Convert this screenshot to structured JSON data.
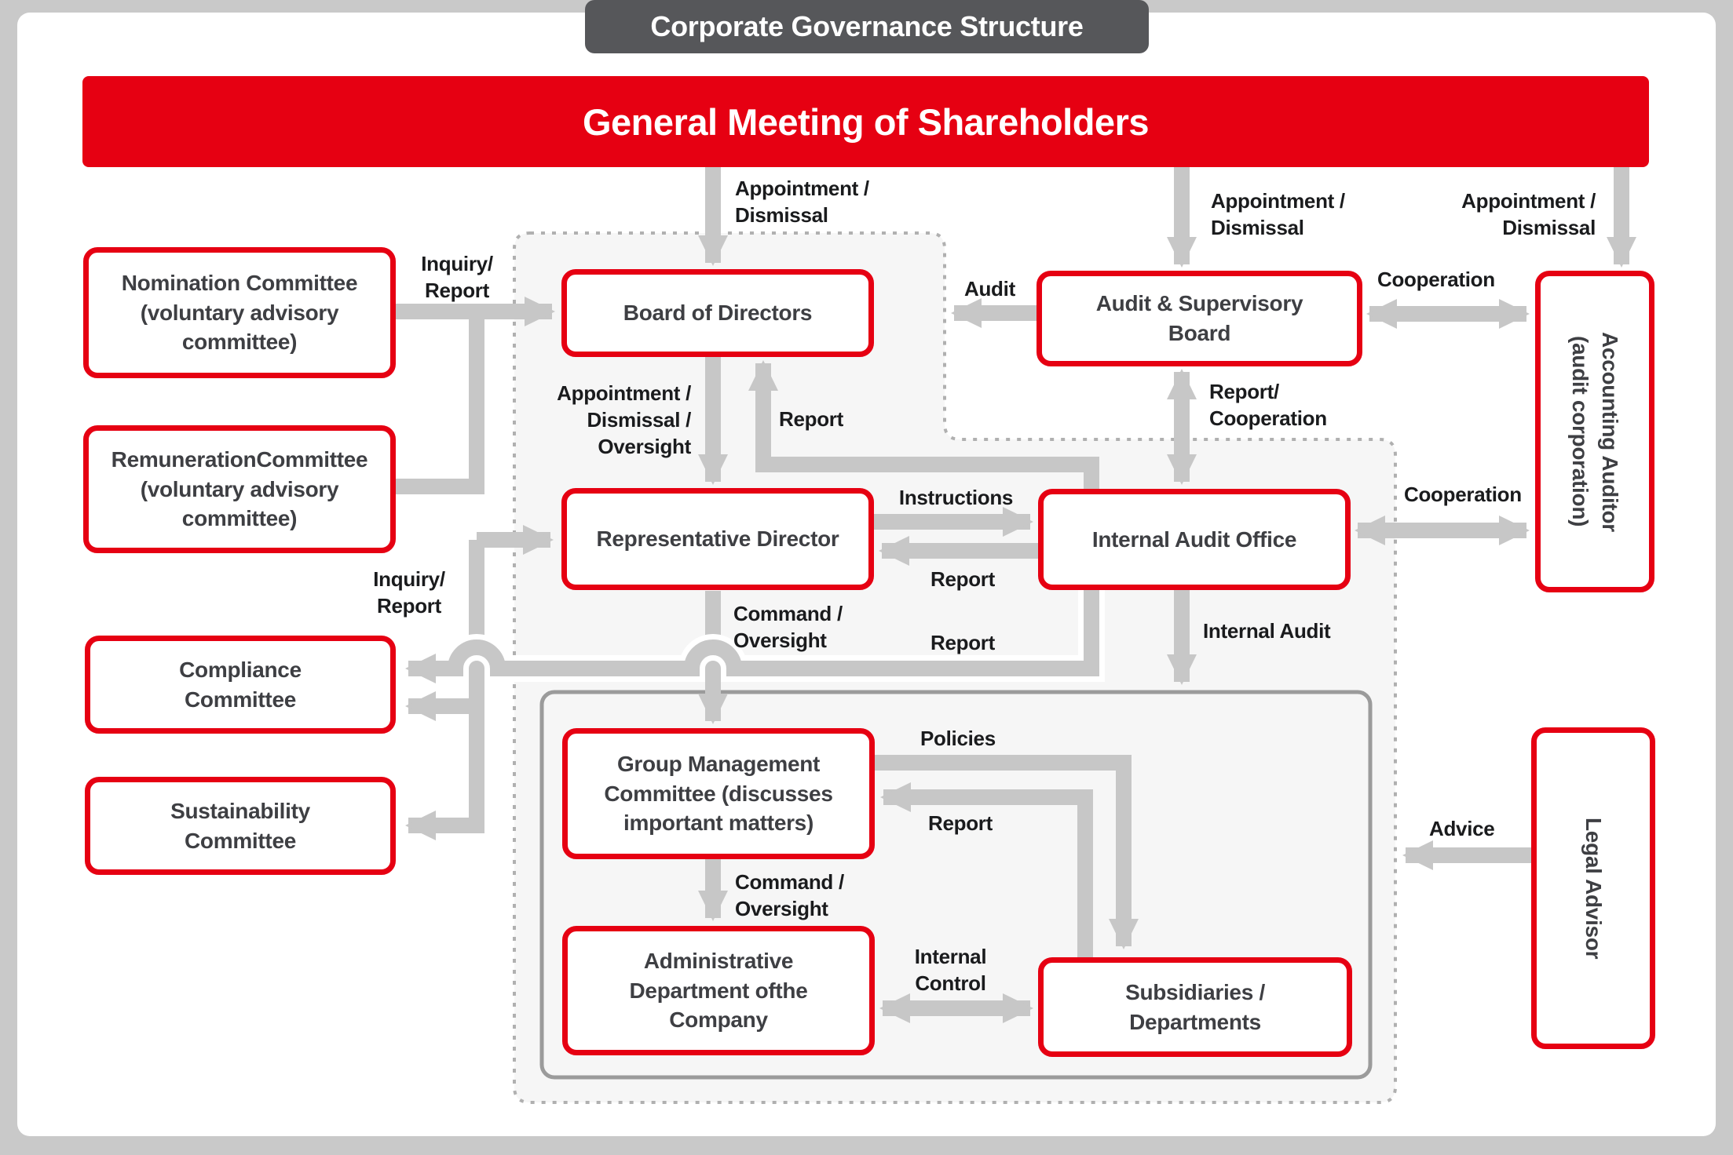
{
  "page": {
    "title": "Corporate Governance Structure"
  },
  "banner": {
    "label": "General Meeting of Shareholders"
  },
  "nodes": {
    "nomination": {
      "label": "Nomination Committee\n(voluntary advisory\ncommittee)"
    },
    "remuneration": {
      "label": "RemunerationCommittee\n(voluntary advisory\ncommittee)"
    },
    "compliance": {
      "label": "Compliance\nCommittee"
    },
    "sustainability": {
      "label": "Sustainability\nCommittee"
    },
    "board": {
      "label": "Board of Directors"
    },
    "audit_board": {
      "label": "Audit & Supervisory\nBoard"
    },
    "accounting_auditor": {
      "label": "Accounting Auditor\n(audit corporation)"
    },
    "representative": {
      "label": "Representative Director"
    },
    "internal_audit_office": {
      "label": "Internal Audit Office"
    },
    "group_management": {
      "label": "Group Management\nCommittee (discusses\nimportant matters)"
    },
    "admin_department": {
      "label": "Administrative\nDepartment ofthe\nCompany"
    },
    "subsidiaries": {
      "label": "Subsidiaries /\nDepartments"
    },
    "legal_advisor": {
      "label": "Legal Advisor"
    }
  },
  "edge_labels": {
    "gms_board": "Appointment /\nDismissal",
    "gms_audit_board": "Appointment /\nDismissal",
    "gms_accounting_auditor": "Appointment /\nDismissal",
    "inquiry_report_top": "Inquiry/\nReport",
    "inquiry_report_left": "Inquiry/\nReport",
    "audit": "Audit",
    "cooperation_top": "Cooperation",
    "cooperation_iao": "Cooperation",
    "appointment_dismissal_oversight": "Appointment /\nDismissal /\nOversight",
    "report_to_board": "Report",
    "report_cooperation": "Report/\nCooperation",
    "instructions": "Instructions",
    "report_iao_rep": "Report",
    "report_long": "Report",
    "command_oversight_rep": "Command /\nOversight",
    "command_oversight_group": "Command /\nOversight",
    "internal_audit": "Internal Audit",
    "policies": "Policies",
    "report_subsidiaries": "Report",
    "internal_control": "Internal\nControl",
    "advice": "Advice"
  },
  "colors": {
    "red": "#e60012",
    "title-bg": "#56575a",
    "arrow": "#c7c7c7",
    "box-text": "#3e3f43",
    "label-text": "#1a1b1d",
    "frame": "#c9c9c9",
    "canvas": "#ffffff",
    "region": "#f6f6f6",
    "dotted": "#b0b0b0",
    "group": "#9b9b9b"
  }
}
